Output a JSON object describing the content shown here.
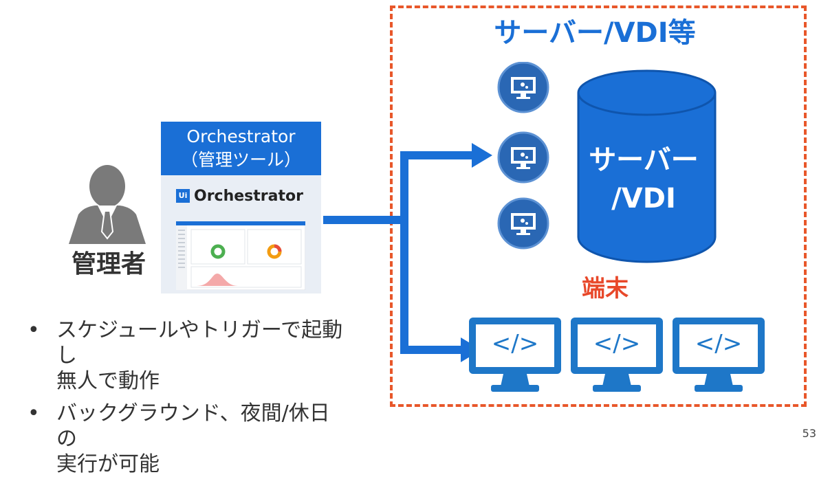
{
  "server_area": {
    "title": "サーバー/VDI等",
    "cylinder_label_line1": "サーバー",
    "cylinder_label_line2": "/VDI",
    "terminal_label": "端末"
  },
  "orchestrator": {
    "header_line1": "Orchestrator",
    "header_line2": "（管理ツール）",
    "logo_badge": "Ui",
    "logo_text": "Orchestrator"
  },
  "admin": {
    "label": "管理者"
  },
  "bullets": [
    {
      "marker": "•",
      "line1": "スケジュールやトリガーで起動し",
      "line2": "無人で動作"
    },
    {
      "marker": "•",
      "line1": "バックグラウンド、夜間/休日の",
      "line2": "実行が可能"
    }
  ],
  "terminals": [
    {
      "code": "</>"
    },
    {
      "code": "</>"
    },
    {
      "code": "</>"
    }
  ],
  "robots": [
    {
      "icon": "robot-monitor-icon"
    },
    {
      "icon": "robot-monitor-icon"
    },
    {
      "icon": "robot-monitor-icon"
    }
  ],
  "page_number": "53",
  "colors": {
    "blue": "#1a6fd6",
    "orange": "#e8572a",
    "gray": "#7a7a7a"
  }
}
